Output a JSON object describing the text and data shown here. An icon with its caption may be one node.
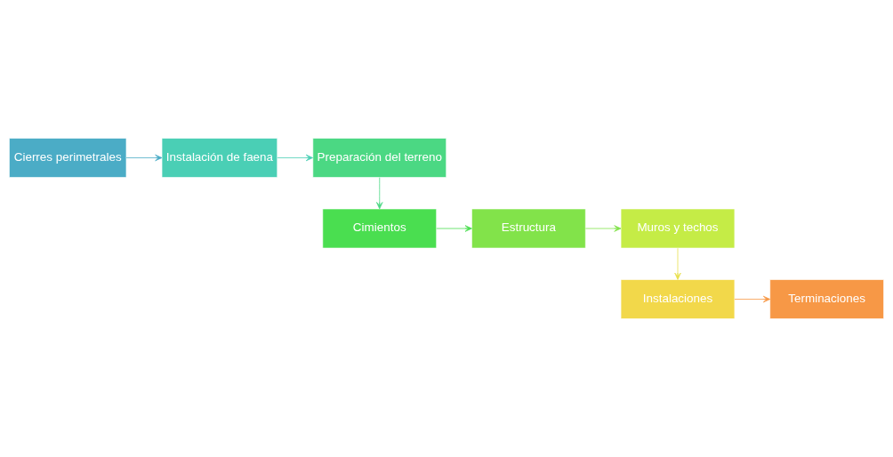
{
  "diagram": {
    "nodes": [
      {
        "text": [
          "Cierres perimetrales"
        ]
      },
      {
        "text": [
          "Instalación de faena"
        ]
      },
      {
        "text": [
          "Preparación del terreno"
        ]
      },
      {
        "text": [
          "Cimientos"
        ]
      },
      {
        "text": [
          "Estructura"
        ]
      },
      {
        "text": [
          "Muros y techos"
        ]
      },
      {
        "text": [
          "Instalaciones"
        ]
      },
      {
        "text": [
          "Terminaciones"
        ]
      }
    ],
    "edges": [
      {
        "from": 0,
        "to": 1,
        "arrow": "to",
        "color": "#4bacc6"
      },
      {
        "from": 1,
        "to": 2,
        "arrow": "to",
        "color": "#4acfb5"
      },
      {
        "from": 2,
        "to": 3,
        "arrow": "to",
        "color": "#4bd883"
      },
      {
        "from": 3,
        "to": 4,
        "arrow": "to",
        "color": "#4ade50"
      },
      {
        "from": 4,
        "to": 5,
        "arrow": "to",
        "color": "#82e34a"
      },
      {
        "from": 5,
        "to": 6,
        "arrow": "to",
        "color": "#e8e04a"
      },
      {
        "from": 6,
        "to": 7,
        "arrow": "to",
        "color": "#f79846"
      }
    ]
  }
}
